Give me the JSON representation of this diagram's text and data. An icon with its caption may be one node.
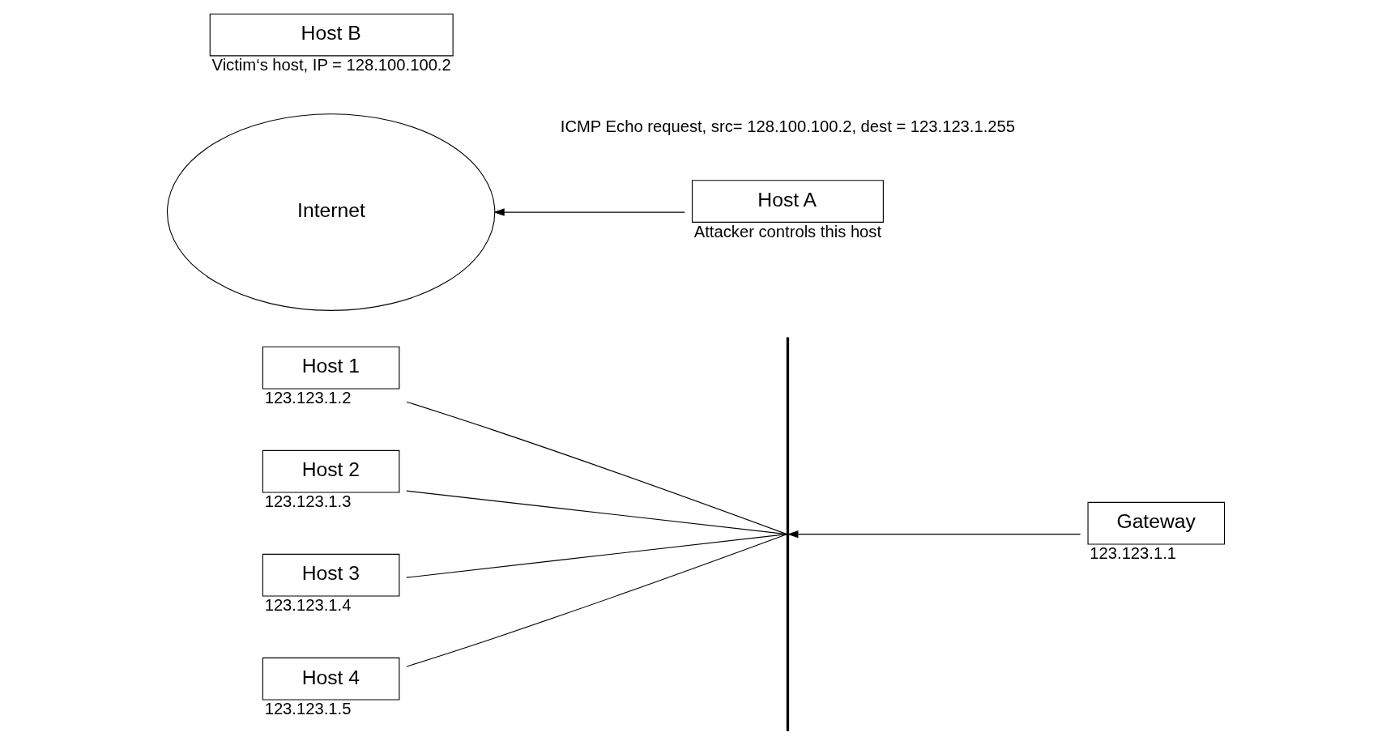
{
  "diagram": {
    "nodes": [
      {
        "text": [
          "Host 1"
        ],
        "beside": [
          "123.123.1.2"
        ]
      },
      {
        "text": [
          "Host 2"
        ],
        "beside": [
          "123.123.1.3"
        ]
      },
      {
        "text": [
          "Host 3"
        ],
        "beside": [
          "123.123.1.4"
        ]
      },
      {
        "text": [
          "Host 4"
        ],
        "beside": [
          "123.123.1.5"
        ]
      },
      {
        "text": [],
        "shape": "bar"
      },
      {
        "text": [
          "Gateway"
        ],
        "beside": [
          "123.123.1.1"
        ]
      },
      {
        "text": [
          "Internet"
        ]
      },
      {
        "text": [
          "Host A"
        ],
        "beside": [
          "Attacker controls this host"
        ]
      },
      {
        "text": [
          "Host B"
        ],
        "beside": [
          "Victim‘s host, IP = 128.100.100.2"
        ]
      }
    ],
    "edges": [
      {
        "from": 0,
        "to": 4,
        "arrow": "none"
      },
      {
        "from": 1,
        "to": 4,
        "arrow": "none"
      },
      {
        "from": 2,
        "to": 4,
        "arrow": "none"
      },
      {
        "from": 3,
        "to": 4,
        "arrow": "none"
      },
      {
        "from": 5,
        "to": 4,
        "arrow": "to"
      },
      {
        "from": 7,
        "to": 6,
        "arrow": "to"
      }
    ],
    "labels": [
      "ICMP Echo request, src= 128.100.100.2, dest = 123.123.1.255"
    ]
  }
}
